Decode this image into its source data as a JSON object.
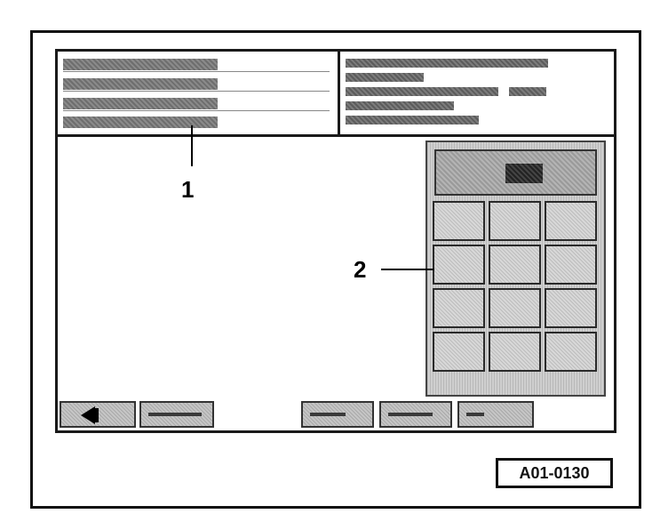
{
  "screen": {
    "header_left_rows": 4,
    "header_right_rows": 5
  },
  "callouts": {
    "one": "1",
    "two": "2"
  },
  "figure_id": "A01-0130",
  "keypad": {
    "rows": 4,
    "cols": 3
  },
  "bottom_buttons": [
    {
      "name": "back-button"
    },
    {
      "name": "footer-button-2"
    },
    {
      "name": "footer-button-3"
    },
    {
      "name": "footer-button-4"
    },
    {
      "name": "footer-button-5"
    }
  ]
}
